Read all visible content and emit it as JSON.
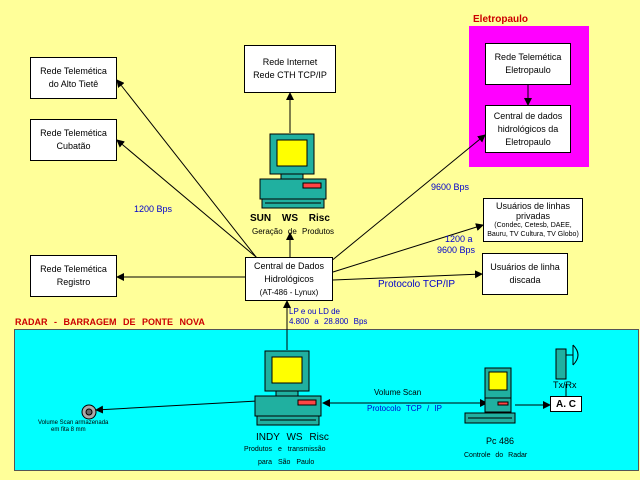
{
  "eletropaulo": {
    "title": "Eletropaulo",
    "box_rede": [
      "Rede Telemética",
      "Eletropaulo"
    ],
    "box_central": [
      "Central de dados",
      "hidrológicos da",
      "Eletropaulo"
    ]
  },
  "boxes": {
    "alto_tiete": [
      "Rede Telemética",
      "do Alto Tietê"
    ],
    "cubatao": [
      "Rede Telemética",
      "Cubatão"
    ],
    "registro": [
      "Rede Telemética",
      "Registro"
    ],
    "internet": [
      "Rede Internet",
      "Rede CTH TCP/IP"
    ],
    "central": [
      "Central de Dados",
      "Hidrológicos",
      "(AT-486 - Lynux)"
    ],
    "linhas_privadas": [
      "Usuários de linhas",
      "privadas",
      "(Condec, Cetesb, DAEE,",
      "Bauru, TV Cultura, TV Globo)"
    ],
    "linha_discada": [
      "Usuários de linha",
      "discada"
    ],
    "ac": "A. C"
  },
  "labels": {
    "sun_title": "SUN WS Risc",
    "sun_sub": "Geração de Produtos",
    "bps_1200": "1200 Bps",
    "bps_9600": "9600 Bps",
    "bps_range_1": "1200 a",
    "bps_range_2": "9600 Bps",
    "protocolo": "Protocolo TCP/IP",
    "lp_1": "LP e ou LD de",
    "lp_2": "4.800 a 28.800 Bps",
    "radar_title": "RADAR - BARRAGEM DE PONTE NOVA",
    "volume_scan": "Volume Scan",
    "protocolo2": "Protocolo TCP / IP",
    "fita_1": "Volume Scan armazenada",
    "fita_2": "em fita 8 mm",
    "indy_title": "INDY WS Risc",
    "indy_sub1": "Produtos e transmissão",
    "indy_sub2": "para São Paulo",
    "pc_title": "Pc 486",
    "pc_sub": "Controle do Radar",
    "txrx": "Tx/Rx"
  },
  "colors": {
    "background": "#ffff99",
    "radar_zone": "#00ffff",
    "eletropaulo_zone": "#ff00ff",
    "computer": "#20b0a0",
    "screen": "#ffff00",
    "title_red": "#cc0000",
    "link_blue": "#0000cc"
  }
}
